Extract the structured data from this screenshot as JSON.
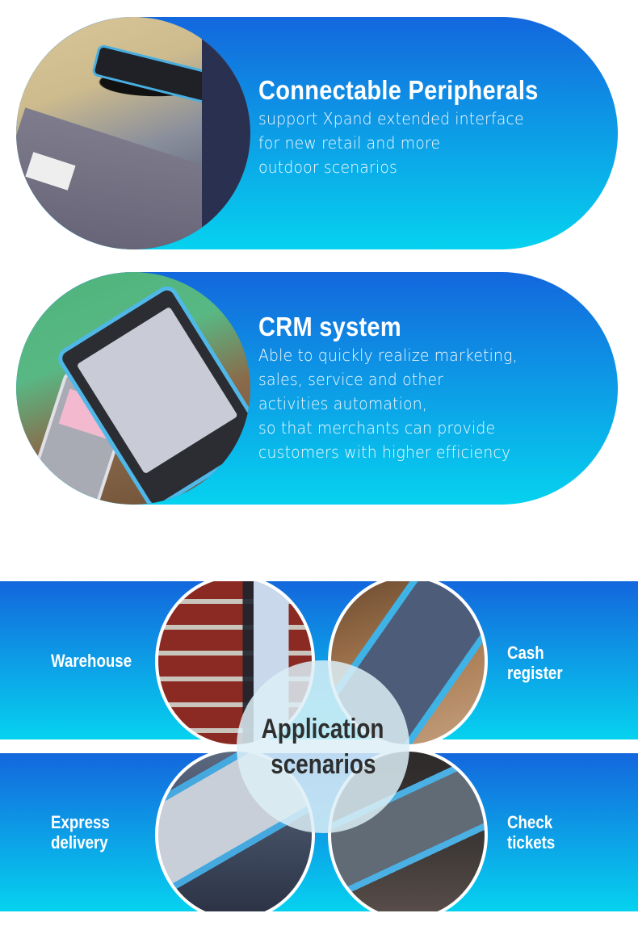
{
  "colors": {
    "gradient_top": "#1367dd",
    "gradient_bottom": "#06d2ef",
    "title_text": "#ffffff",
    "center_text": "#2e2e2e",
    "center_circle": "#dceef6"
  },
  "features": [
    {
      "title": "Connectable Peripherals",
      "lines": [
        "support Xpand extended interface",
        "for new retail and more",
        "outdoor scenarios"
      ],
      "photo": "handheld-pos-scanning-package"
    },
    {
      "title": "CRM system",
      "lines": [
        "Able to quickly realize marketing,",
        "sales, service and other",
        "activities automation,",
        "so that merchants can provide",
        "customers with higher efficiency"
      ],
      "photo": "handheld-pos-mobile-payment"
    }
  ],
  "application": {
    "title_line1": "Application",
    "title_line2": "scenarios",
    "scenarios": [
      {
        "label_line1": "Warehouse",
        "label_line2": "",
        "photo": "warehouse-scanning"
      },
      {
        "label_line1": "Cash",
        "label_line2": "register",
        "photo": "cash-register-keypad"
      },
      {
        "label_line1": "Express",
        "label_line2": "delivery",
        "photo": "express-delivery-scan"
      },
      {
        "label_line1": "Check",
        "label_line2": "tickets",
        "photo": "ticket-checking"
      }
    ]
  }
}
